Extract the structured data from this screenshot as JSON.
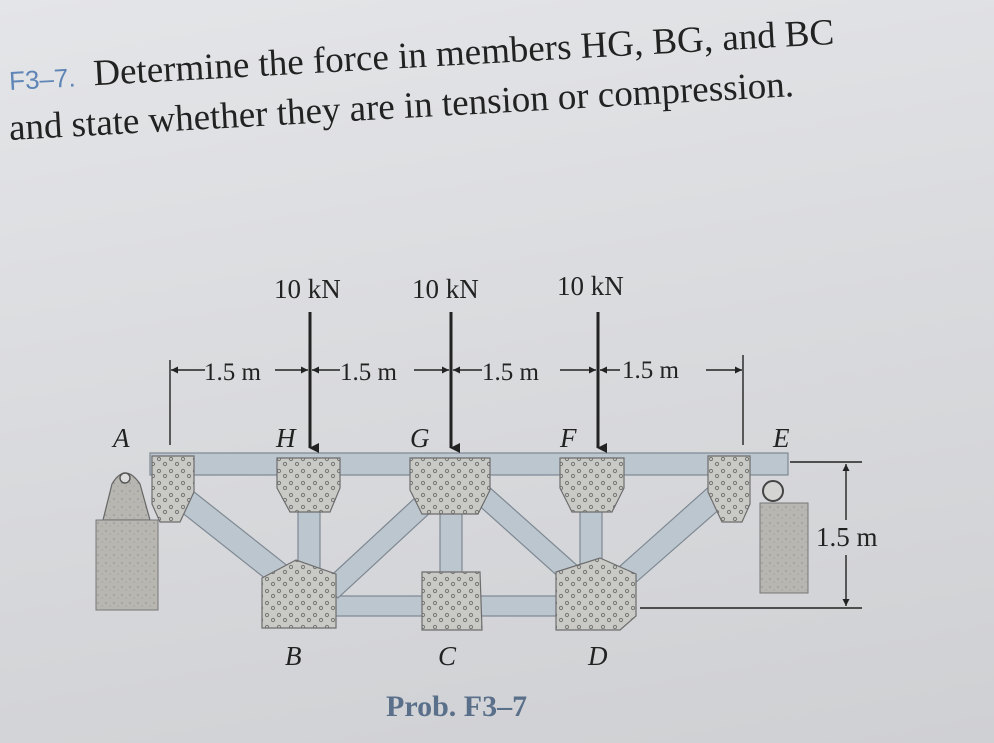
{
  "problem": {
    "number": "F3–7.",
    "line1": "Determine the force in members HG, BG, and BC",
    "line2": "and state whether they are in tension or compression."
  },
  "loads": [
    {
      "value": "10 kN",
      "node": "H"
    },
    {
      "value": "10 kN",
      "node": "G"
    },
    {
      "value": "10 kN",
      "node": "F"
    }
  ],
  "spans": [
    "1.5 m",
    "1.5 m",
    "1.5 m",
    "1.5 m"
  ],
  "height": "1.5 m",
  "nodes": {
    "top": [
      "A",
      "H",
      "G",
      "F",
      "E"
    ],
    "bottom": [
      "B",
      "C",
      "D"
    ]
  },
  "caption": "Prob. F3–7",
  "colors": {
    "member": "#bcc6cf",
    "member_edge": "#7e8892",
    "gusset": "#c8c9c6",
    "support": "#b9b7b2",
    "accent": "#5f86b6"
  }
}
